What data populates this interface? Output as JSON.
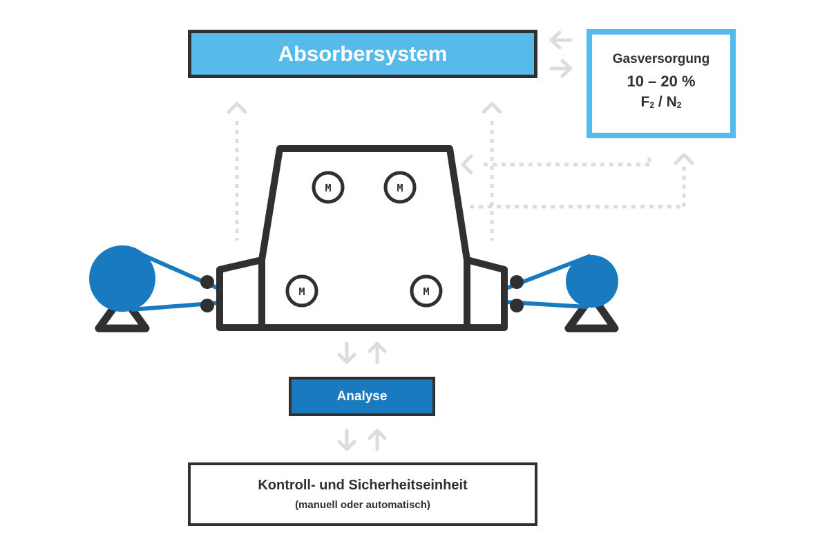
{
  "absorber": {
    "label": "Absorbersystem"
  },
  "gas": {
    "line1": "Gasversorgung",
    "line2": "10 – 20 %",
    "f": "F",
    "f_sub": "2",
    "sep": " / ",
    "n": "N",
    "n_sub": "2"
  },
  "analyse": {
    "label": "Analyse"
  },
  "control": {
    "title": "Kontroll- und Sicherheitseinheit",
    "subtitle": "(manuell oder automatisch)"
  },
  "motors": {
    "label": "M"
  },
  "colors": {
    "light_blue": "#56bbeb",
    "dark_blue": "#1a7abf",
    "outline": "#303030",
    "arrow": "#dcdcdc"
  }
}
